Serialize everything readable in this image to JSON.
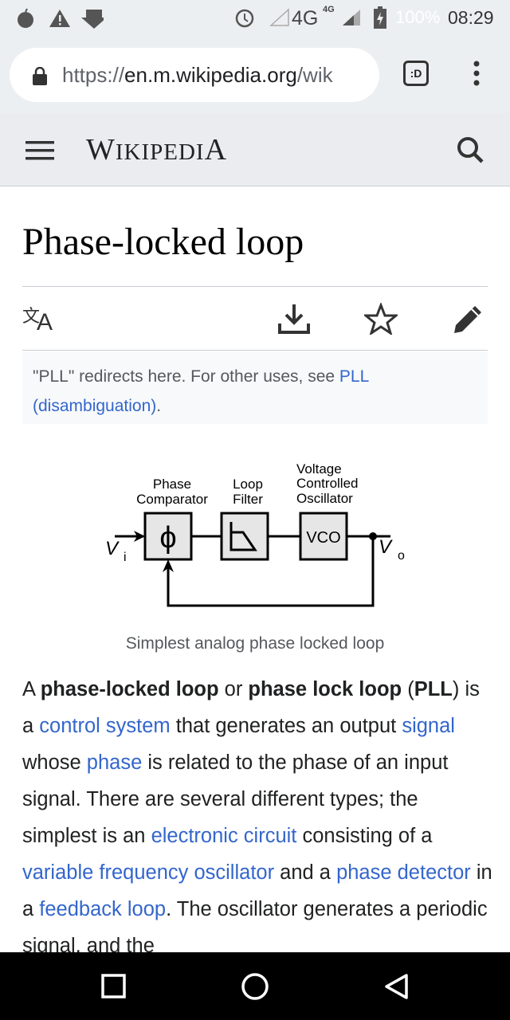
{
  "status_bar": {
    "time": "08:29",
    "battery": "100%",
    "network": "4G",
    "network_sup": "4G"
  },
  "browser": {
    "url_scheme": "https://",
    "url_host": "en.m.wikipedia.org",
    "url_rest": "/wik",
    "tab_count": ":D"
  },
  "header": {
    "wordmark_w": "W",
    "wordmark_iki": "IKIPEDI",
    "wordmark_a": "A"
  },
  "article": {
    "title": "Phase-locked loop",
    "hatnote": {
      "pre": "\"PLL\" redirects here. For other uses, see ",
      "link": "PLL (disambiguation)",
      "post": "."
    },
    "figure": {
      "labels": {
        "pc1": "Phase",
        "pc2": "Comparator",
        "lf1": "Loop",
        "lf2": "Filter",
        "vco1": "Voltage",
        "vco2": "Controlled",
        "vco3": "Oscillator",
        "vco_box": "VCO",
        "phi": "ϕ",
        "vi": "V",
        "vi_sub": "i",
        "vo": "V",
        "vo_sub": "o"
      },
      "caption": "Simplest analog phase locked loop"
    },
    "body": [
      {
        "t": "A "
      },
      {
        "t": "phase-locked loop",
        "b": true
      },
      {
        "t": " or "
      },
      {
        "t": "phase lock loop",
        "b": true
      },
      {
        "t": " ("
      },
      {
        "t": "PLL",
        "b": true
      },
      {
        "t": ") is a "
      },
      {
        "t": "control system",
        "l": true
      },
      {
        "t": " that generates an output "
      },
      {
        "t": "signal",
        "l": true
      },
      {
        "t": " whose "
      },
      {
        "t": "phase",
        "l": true
      },
      {
        "t": " is related to the phase of an input signal. There are several different types; the simplest is an "
      },
      {
        "t": "electronic circuit",
        "l": true
      },
      {
        "t": " consisting of a "
      },
      {
        "t": "variable frequency oscillator",
        "l": true
      },
      {
        "t": " and a "
      },
      {
        "t": "phase detector",
        "l": true
      },
      {
        "t": " in a "
      },
      {
        "t": "feedback loop",
        "l": true
      },
      {
        "t": ". The oscillator generates a periodic signal, and the"
      }
    ]
  }
}
